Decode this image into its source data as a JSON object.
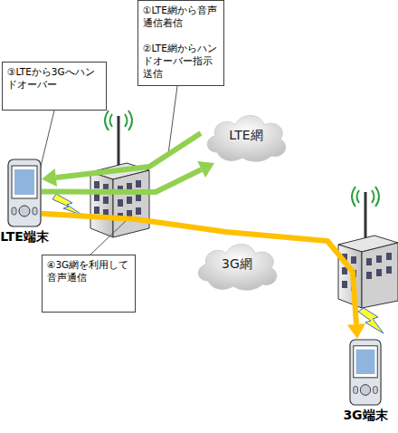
{
  "diagram": {
    "nodes": [
      {
        "text": [
          "①LTE網から音声通信着信",
          "②LTE網からハンドオーバー指示送信"
        ]
      },
      {
        "text": [
          "③LTEから3Gへハンドオーバー"
        ]
      },
      {
        "text": [
          "LTE網"
        ]
      },
      {
        "text": [
          "LTE端末"
        ]
      },
      {
        "text": [
          "3G網"
        ]
      },
      {
        "text": [
          "④3G網を利用して音声通信"
        ]
      },
      {
        "text": [
          "3G端末"
        ]
      }
    ],
    "edges": [
      {
        "from": 2,
        "to": 3,
        "arrow": "to"
      },
      {
        "from": 3,
        "to": 2,
        "arrow": "to"
      },
      {
        "from": 3,
        "to": 6,
        "arrow": "to"
      }
    ]
  }
}
